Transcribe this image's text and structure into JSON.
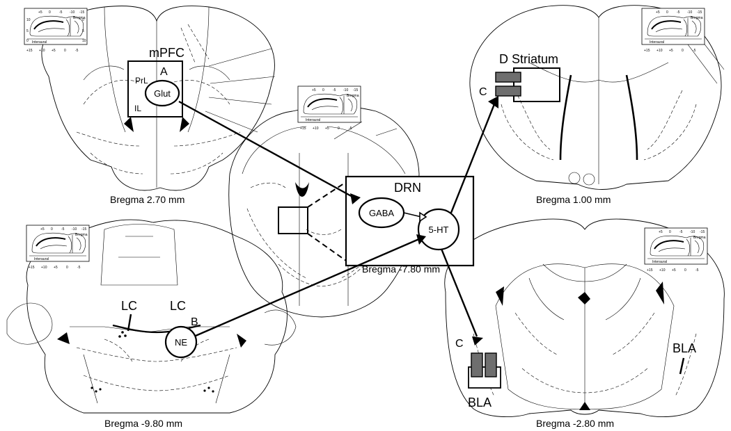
{
  "sections": {
    "mpfc_section": {
      "bregma_label": "Bregma 2.70 mm"
    },
    "drn_section": {
      "bregma_label": "Bregma -7.80 mm"
    },
    "striatum_section": {
      "bregma_label": "Bregma 1.00 mm"
    },
    "lc_section": {
      "bregma_label": "Bregma -9.80 mm"
    },
    "bla_section": {
      "bregma_label": "Bregma -2.80 mm"
    }
  },
  "regions": {
    "mpfc": {
      "title": "mPFC",
      "marker": "A",
      "sub_prl": "PrL",
      "sub_il": "IL",
      "cell": "Glut"
    },
    "drn": {
      "title": "DRN",
      "cell_gaba": "GABA",
      "cell_5ht": "5-HT"
    },
    "striatum": {
      "title": "D Striatum",
      "marker": "C"
    },
    "lc": {
      "label_left": "LC",
      "label_right": "LC",
      "marker": "B",
      "cell": "NE"
    },
    "bla": {
      "label_bottom": "BLA",
      "label_right": "BLA",
      "marker": "C"
    }
  },
  "inset": {
    "top_ticks": [
      "+5",
      "0",
      "-5",
      "-10",
      "-15"
    ],
    "bottom_ticks": [
      "+15",
      "+10",
      "+5",
      "0",
      "-5"
    ],
    "left_ticks": [
      "10",
      "5",
      "0"
    ],
    "right_ticks": [
      "0",
      "5",
      "10"
    ],
    "bregma_word": "Bregma",
    "interaural_word": "Interaural"
  },
  "colors": {
    "ink": "#000000",
    "probe_fill": "#6e6e6e",
    "background": "#ffffff"
  }
}
